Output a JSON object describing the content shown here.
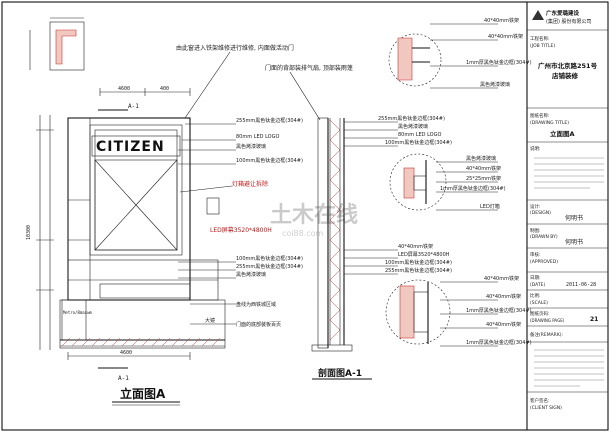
{
  "title_block": {
    "company_1": "广东爱璐建设",
    "company_2": "(集团) 股份有限公司",
    "job_title_label_cn": "工程名称:",
    "job_title_label_en": "(JOB TITLE)",
    "job_title_value_1": "广州市北京路251号",
    "job_title_value_2": "店铺装修",
    "drawing_title_label_cn": "图纸名称:",
    "drawing_title_label_en": "(DRAWING TITLE)",
    "drawing_title_value": "立面图A",
    "notes_label": "说明:",
    "design_label_cn": "设计:",
    "design_label_en": "(DESIGN)",
    "design_value": "何明书",
    "drawn_label_cn": "制图:",
    "drawn_label_en": "(DRAWN BY)",
    "drawn_value": "何明书",
    "approved_label_cn": "审核:",
    "approved_label_en": "(APPROVED)",
    "date_label_cn": "日期:",
    "date_label_en": "(DATE)",
    "date_value": "2011-06-28",
    "scale_label_cn": "比例:",
    "scale_label_en": "(SCALE)",
    "page_label_cn": "图纸页码:",
    "page_label_en": "(DRAWING PAGE)",
    "page_value": "21",
    "remark_label": "备注(REMARK):",
    "client_label_cn": "客户签名:",
    "client_label_en": "(CLIENT SIGN)"
  },
  "elevation": {
    "title": "立面图A",
    "note_top_1": "由此窗进入铁架维修进行维修, 内面做活动门",
    "note_top_2": "门面的背部装排气扇, 顶部装雨蓬",
    "section_mark_top": "A-1",
    "section_mark_bottom": "A-1",
    "brand": "CITIZEN",
    "note_light": "灯箱避让拆除",
    "note_screen": "LED屏幕3520*4800H",
    "note_bottom_1": "盘线为西铁城区域",
    "note_bottom_2": "门面的底部装板百页",
    "note_left": "Metro/Bmaxwm",
    "note_right": "大镜",
    "dim_top_1": "4600",
    "dim_top_2": "400",
    "dim_bottom": "4600",
    "dim_left_total": "10300",
    "callouts": [
      "255mm黑色钛金边框(304#)",
      "80mm LED LOGO",
      "黑色烤漆玻璃",
      "100mm黑色钛金边框(304#)",
      "100mm黑色钛金边框(304#)",
      "255mm黑色钛金边框(304#)",
      "黑色烤漆玻璃"
    ]
  },
  "section": {
    "title": "剖面图A-1",
    "callouts_top": [
      "255mm黑色钛金边框(304#)",
      "黑色烤漆玻璃",
      "80mm LED LOGO",
      "100mm黑色钛金边框(304#)"
    ],
    "callouts_bottom": [
      "40*40mm铁架",
      "LED屏幕3520*4800H",
      "100mm黑色钛金边框(304#)",
      "255mm黑色钛金边框(304#)"
    ]
  },
  "details": {
    "d1": [
      "40*40mm铁架",
      "40*40mm铁架",
      "1mm厚黑色钛金边框(304#)",
      "黑色烤漆玻璃"
    ],
    "d2": [
      "黑色烤漆玻璃",
      "40*40mm铁架",
      "25*25mm铁架",
      "1mm厚黑色钛金边框(304#)",
      "LED灯箱"
    ],
    "d3": [
      "40*40mm铁架",
      "40*40mm铁架",
      "1mm厚黑色钛金边框(304#)",
      "40*40mm铁架",
      "1mm厚黑色钛金边框(304#)"
    ]
  },
  "watermark": {
    "cn": "土木在线",
    "en": "coi88.com"
  }
}
